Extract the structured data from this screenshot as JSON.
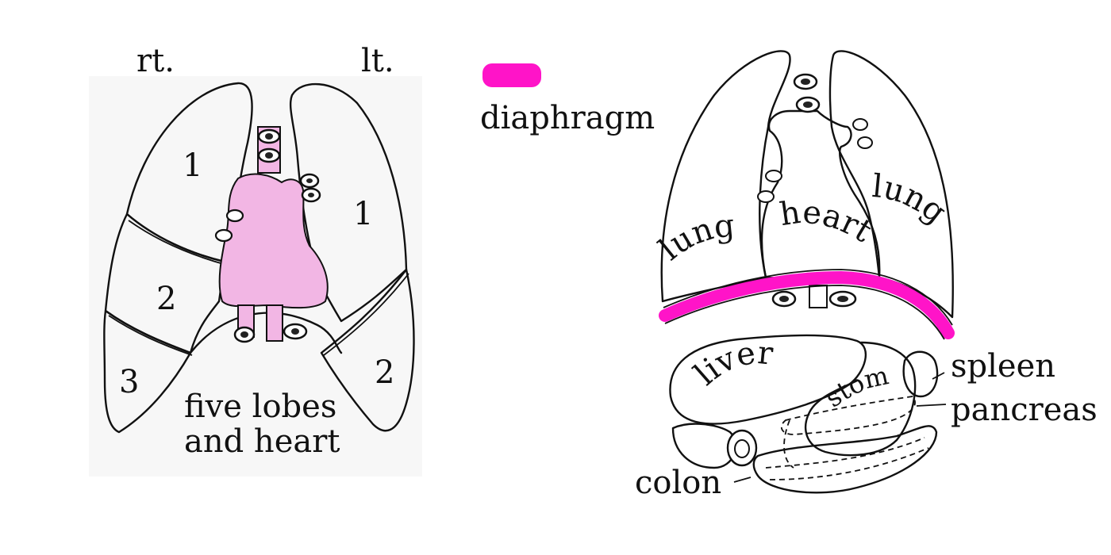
{
  "left_figure": {
    "side_right": "rt.",
    "side_left": "lt.",
    "lobe_numbers": [
      "1",
      "2",
      "3",
      "1",
      "2"
    ],
    "caption_line1": "five lobes",
    "caption_line2": "and heart",
    "heart_color": "#f2b6e4"
  },
  "legend": {
    "label": "diaphragm",
    "swatch_color": "#ff14c8"
  },
  "right_figure": {
    "lung_left": "lung",
    "heart": "heart",
    "lung_right": "lung",
    "liver": "liver",
    "stomach": "stom",
    "spleen": "spleen",
    "pancreas": "pancreas",
    "colon": "colon",
    "diaphragm_color": "#ff14c8"
  }
}
